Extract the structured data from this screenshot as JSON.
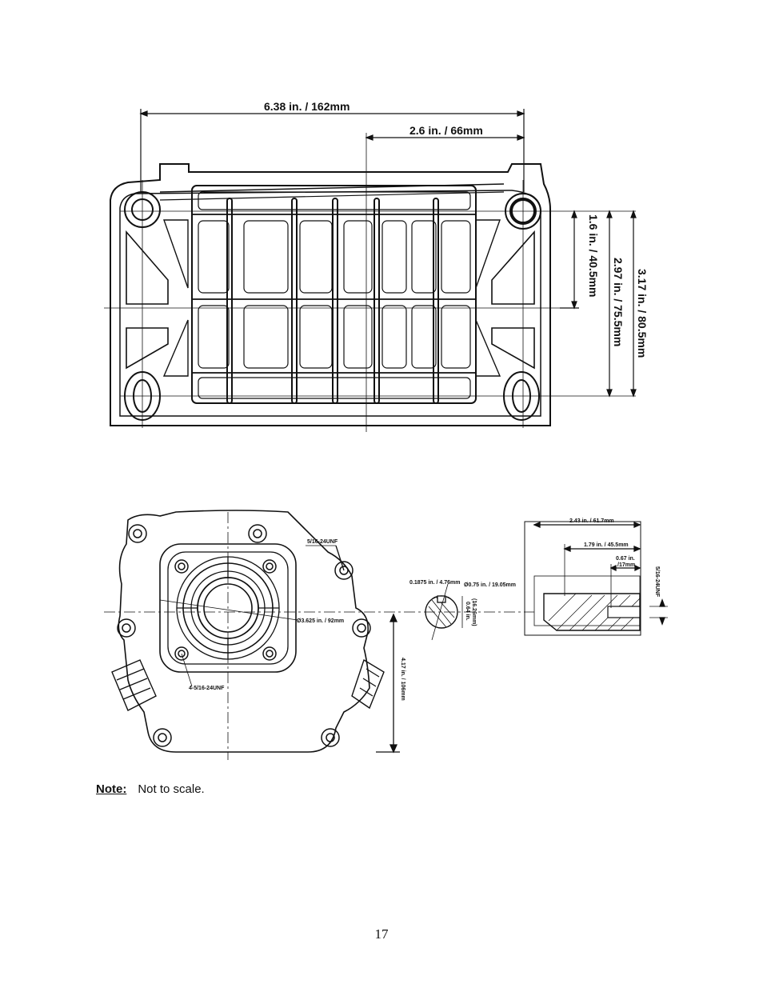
{
  "top_view": {
    "dims": {
      "overall_width": "6.38 in. / 162mm",
      "center_offset": "2.6 in. / 66mm",
      "height_a": "1.6 in. / 40.5mm",
      "height_b": "2.97 in. / 75.5mm",
      "height_c": "3.17 in. / 80.5mm"
    }
  },
  "flange_view": {
    "thread_top": "5/16-24UNF",
    "bolt_circle": "Ø3.625 in. / 92mm",
    "bolt_pattern": "4-5/16-24UNF",
    "vertical_dim": "4.17 in. / 106mm"
  },
  "shaft_section": {
    "key_width": "0.1875 in. / 4.76mm",
    "shaft_dia": "Ø0.75 in. / 19.05mm",
    "key_depth": "0.64 in.",
    "key_depth_mm": "(16.26mm)"
  },
  "shaft_side": {
    "length_a": "2.43 in. / 61.7mm",
    "length_b": "1.79 in. / 45.5mm",
    "length_c": "0.67 in.",
    "length_c_mm": "/17mm",
    "thread": "5/16-24UNF"
  },
  "note": {
    "label": "Note:",
    "text": "Not to scale."
  },
  "page_number": "17"
}
